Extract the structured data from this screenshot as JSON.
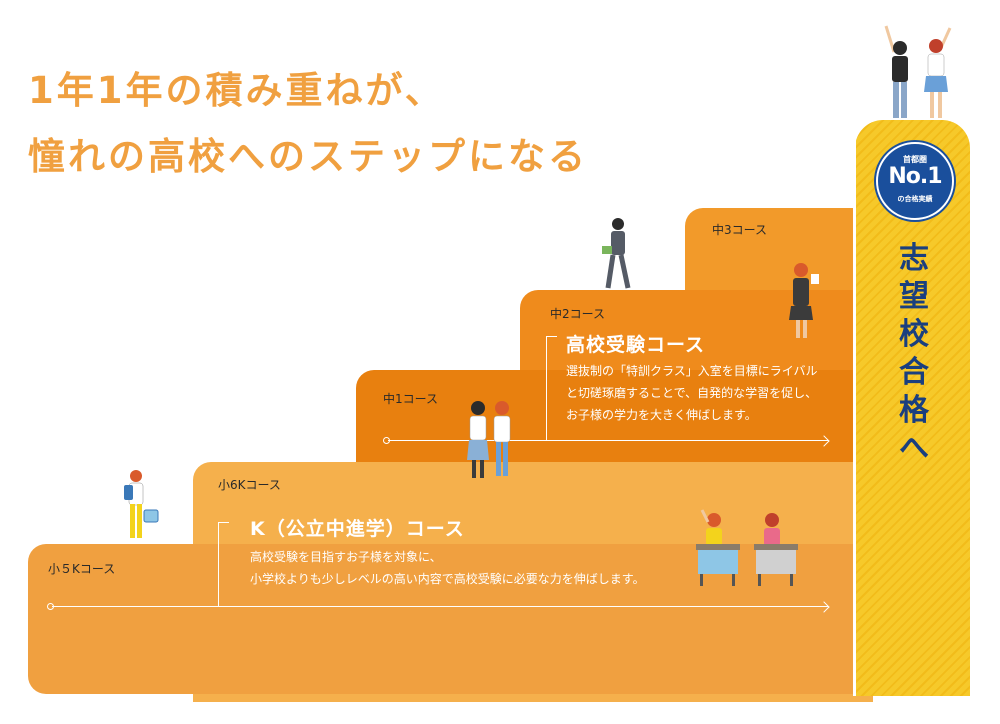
{
  "headline": {
    "line1": "1年1年の積み重ねが、",
    "line2": "憧れの高校へのステップになる"
  },
  "steps": {
    "chu3": "中3コース",
    "chu2": "中2コース",
    "chu1": "中1コース",
    "sho6k": "小6Kコース",
    "sho5k": "小５Kコース"
  },
  "koukou_course": {
    "title": "高校受験コース",
    "desc_line1": "選抜制の「特訓クラス」入室を目標にライバル",
    "desc_line2": "と切磋琢磨することで、自発的な学習を促し、",
    "desc_line3": "お子様の学力を大きく伸ばします。"
  },
  "k_course": {
    "title": "K（公立中進学）コース",
    "desc_line1": "高校受験を目指すお子様を対象に、",
    "desc_line2": "小学校よりも少しレベルの高い内容で高校受験に必要な力を伸ばします。"
  },
  "goal": {
    "badge_top": "首都圏",
    "badge_main": "No.1",
    "badge_bottom": "の合格実績",
    "chars": [
      "志",
      "望",
      "校",
      "合",
      "格",
      "へ"
    ]
  },
  "colors": {
    "headline": "#f0a040",
    "goal_bg": "#f6c92a",
    "badge": "#1a4f9c",
    "goal_text": "#1a3f7f"
  }
}
